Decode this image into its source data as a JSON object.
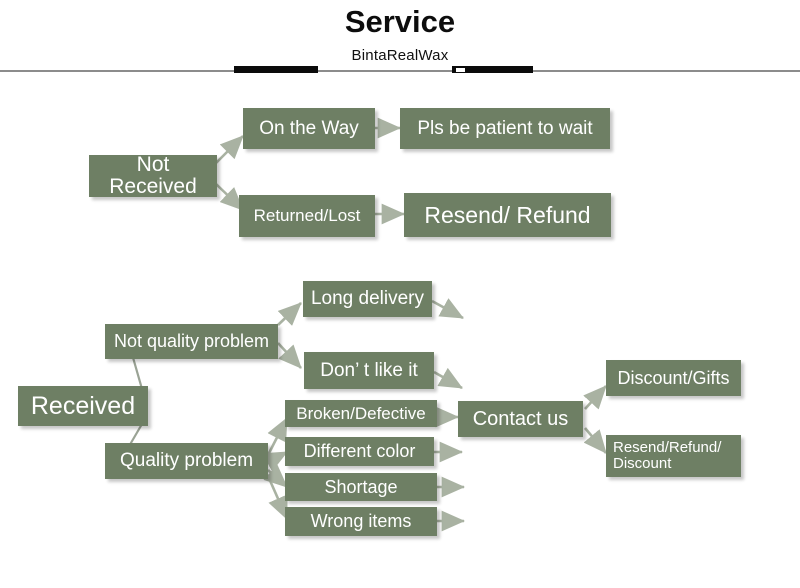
{
  "header": {
    "title": "Service",
    "brand": "BintaRealWax"
  },
  "colors": {
    "node_fill": "#6e7f64",
    "node_text": "#ffffff",
    "arrow": "#a9b2a2",
    "rule_thin": "#8c8c8c",
    "rule_thick": "#0b0b0b",
    "background": "#ffffff"
  },
  "flow": {
    "not_received": {
      "root": "Not Received",
      "branches": [
        {
          "label": "On the Way",
          "result": "Pls be patient to wait"
        },
        {
          "label": "Returned/Lost",
          "result": "Resend/ Refund"
        }
      ]
    },
    "received": {
      "root": "Received",
      "not_quality": {
        "label": "Not quality problem",
        "items": [
          "Long delivery",
          "Don’  t like it"
        ]
      },
      "quality": {
        "label": "Quality problem",
        "items": [
          "Broken/Defective",
          "Different color",
          "Shortage",
          "Wrong items"
        ]
      },
      "contact": "Contact us",
      "outcomes": [
        "Discount/Gifts",
        "Resend/Refund/\nDiscount"
      ],
      "outcome_line1": "Resend/Refund/",
      "outcome_line2": "Discount"
    }
  }
}
